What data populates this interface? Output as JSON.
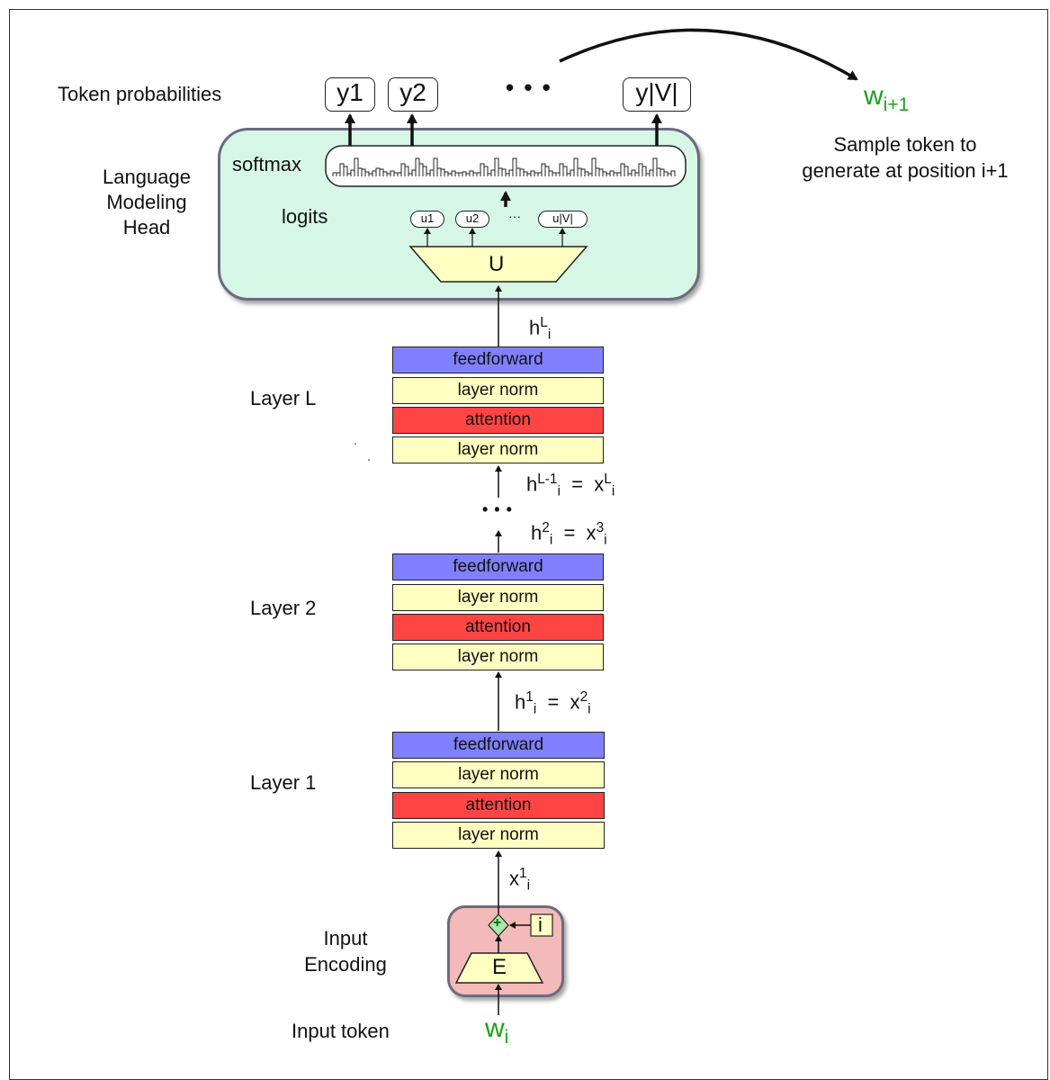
{
  "head": {
    "token_probabilities_label": "Token probabilities",
    "outputs": [
      "y1",
      "y2",
      "y|V|"
    ],
    "ellipsis": "• • •",
    "softmax_label": "softmax",
    "lm_head_label": [
      "Language",
      "Modeling",
      "Head"
    ],
    "logits_label": "logits",
    "logits": [
      "u1",
      "u2",
      "u|V|"
    ],
    "logits_ellipsis": "···",
    "unembedding_label": "U"
  },
  "sample": {
    "token_base": "w",
    "token_sub": "i+1",
    "caption": [
      "Sample token to",
      "generate at position i+1"
    ]
  },
  "hidden": {
    "top": {
      "base": "h",
      "sup": "L",
      "sub": "i"
    },
    "eq_L": {
      "h_sup": "L-1",
      "sub": "i",
      "eq": "=",
      "x_sup": "L"
    },
    "dots": "• • •",
    "eq_3": {
      "h_sup": "2",
      "sub": "i",
      "eq": "=",
      "x_sup": "3"
    },
    "eq_2": {
      "h_sup": "1",
      "sub": "i",
      "eq": "=",
      "x_sup": "2"
    },
    "x1": {
      "base": "x",
      "sup": "1",
      "sub": "i"
    }
  },
  "layers": [
    {
      "label": "Layer L",
      "blocks": [
        "feedforward",
        "layer norm",
        "attention",
        "layer norm"
      ]
    },
    {
      "label": "Layer 2",
      "blocks": [
        "feedforward",
        "layer norm",
        "attention",
        "layer norm"
      ]
    },
    {
      "label": "Layer 1",
      "blocks": [
        "feedforward",
        "layer norm",
        "attention",
        "layer norm"
      ]
    }
  ],
  "encoding": {
    "label": [
      "Input",
      "Encoding"
    ],
    "embedding_label": "E",
    "position_label": "i",
    "plus": "+"
  },
  "input": {
    "label": "Input token",
    "token_base": "w",
    "token_sub": "i"
  },
  "colors": {
    "feedforward": "#8080ff",
    "layer_norm": "#ffffc2",
    "attention": "#ff4444",
    "lm_head_panel": "#d6f6e6",
    "encoding_panel": "#f4b9b9",
    "token_green": "#1aa11a"
  }
}
